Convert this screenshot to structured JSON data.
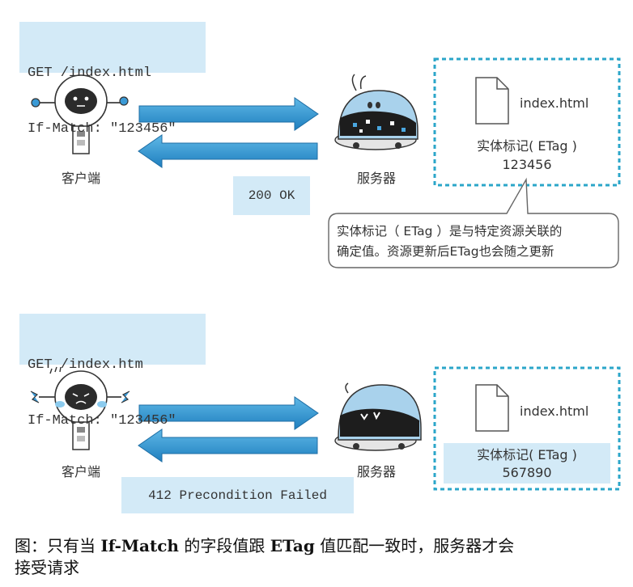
{
  "scenario_match": {
    "request_line1": "GET /index.html",
    "request_line2": "If-Match: \"123456\"",
    "client_label": "客户端",
    "server_label": "服务器",
    "response": "200 OK",
    "file_name": "index.html",
    "etag_label": "实体标记( ETag )",
    "etag_value": "123456"
  },
  "callout": {
    "line1": "实体标记（ ETag ）是与特定资源关联的",
    "line2": "确定值。资源更新后ETag也会随之更新"
  },
  "scenario_mismatch": {
    "request_line1": "GET /index.htm",
    "request_line2": "If-Match: \"123456\"",
    "client_label": "客户端",
    "server_label": "服务器",
    "response": "412 Precondition Failed",
    "file_name": "index.html",
    "etag_label": "实体标记( ETag )",
    "etag_value": "567890"
  },
  "caption": {
    "prefix": "图：只有当 ",
    "bold1": "If-Match",
    "middle": " 的字段值跟 ",
    "bold2": "ETag",
    "suffix": " 值匹配一致时，服务器才会",
    "line2": "接受请求"
  },
  "colors": {
    "box_fill": "#d3eaf7",
    "arrow_blue": "#2e95d1",
    "dashed_border": "#2ba6c9"
  }
}
